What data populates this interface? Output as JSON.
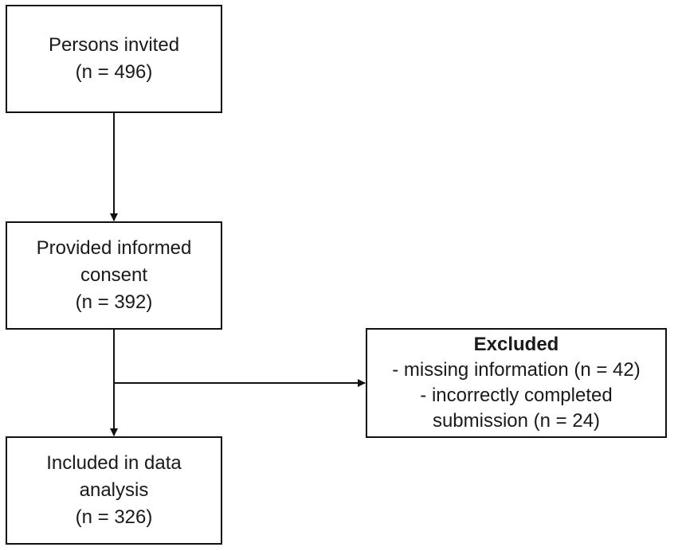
{
  "nodes": {
    "invited": {
      "line1": "Persons invited",
      "line2": "(n = 496)"
    },
    "consent": {
      "line1": "Provided informed",
      "line2": "consent",
      "line3": "(n = 392)"
    },
    "included": {
      "line1": "Included in data",
      "line2": "analysis",
      "line3": "(n = 326)"
    },
    "excluded": {
      "title": "Excluded",
      "line1": "- missing information (n = 42)",
      "line2": "- incorrectly completed",
      "line3": "submission (n = 24)"
    }
  },
  "edges": [
    {
      "from": "invited",
      "to": "consent"
    },
    {
      "from": "consent",
      "to": "included"
    },
    {
      "from": "consent",
      "to": "excluded"
    }
  ],
  "colors": {
    "stroke": "#111111",
    "background": "#ffffff",
    "text": "#1a1a1a"
  }
}
